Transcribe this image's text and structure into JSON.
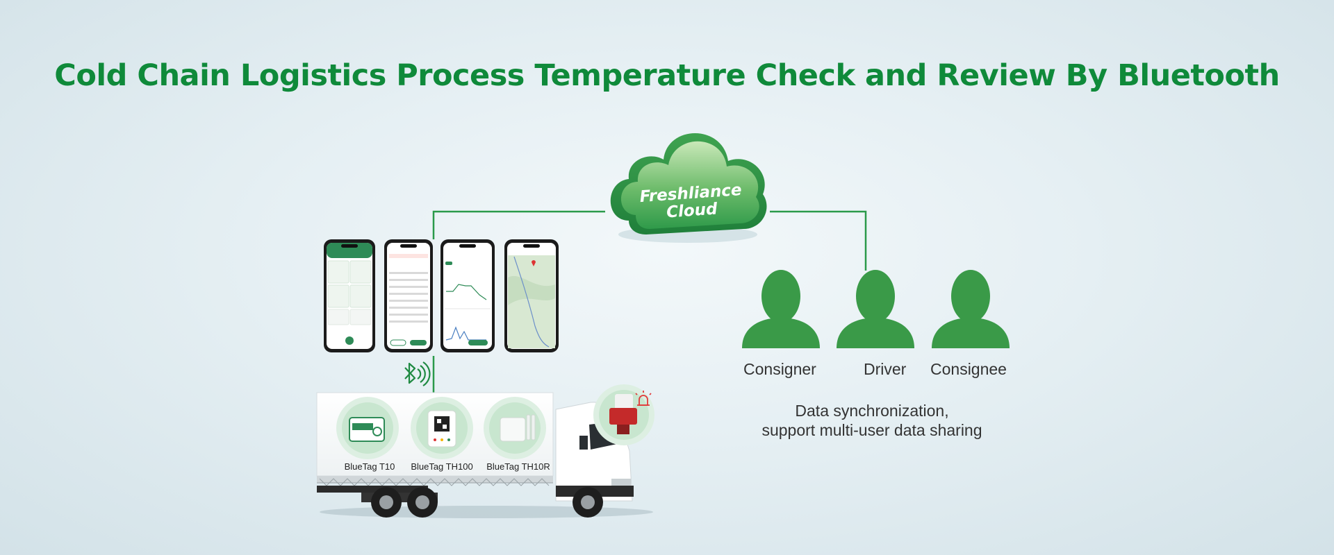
{
  "title": "Cold Chain Logistics Process Temperature Check and Review By Bluetooth",
  "cloud": {
    "line1": "Freshliance",
    "line2": "Cloud"
  },
  "users": [
    {
      "label": "Consigner",
      "icon": "person-icon"
    },
    {
      "label": "Driver",
      "icon": "person-icon"
    },
    {
      "label": "Consignee",
      "icon": "person-icon"
    }
  ],
  "sync_text": {
    "line1": "Data synchronization,",
    "line2": "support multi-user data sharing"
  },
  "sensors": [
    {
      "label": "BlueTag T10"
    },
    {
      "label": "BlueTag TH100"
    },
    {
      "label": "BlueTag TH10R"
    }
  ],
  "colors": {
    "brand_green": "#0f8a3a",
    "icon_green": "#3a9a48",
    "connector": "#2a9a4a"
  },
  "icons": [
    "bluetooth-icon",
    "alarm-icon",
    "cloud-icon",
    "truck-icon",
    "phone-icon"
  ]
}
